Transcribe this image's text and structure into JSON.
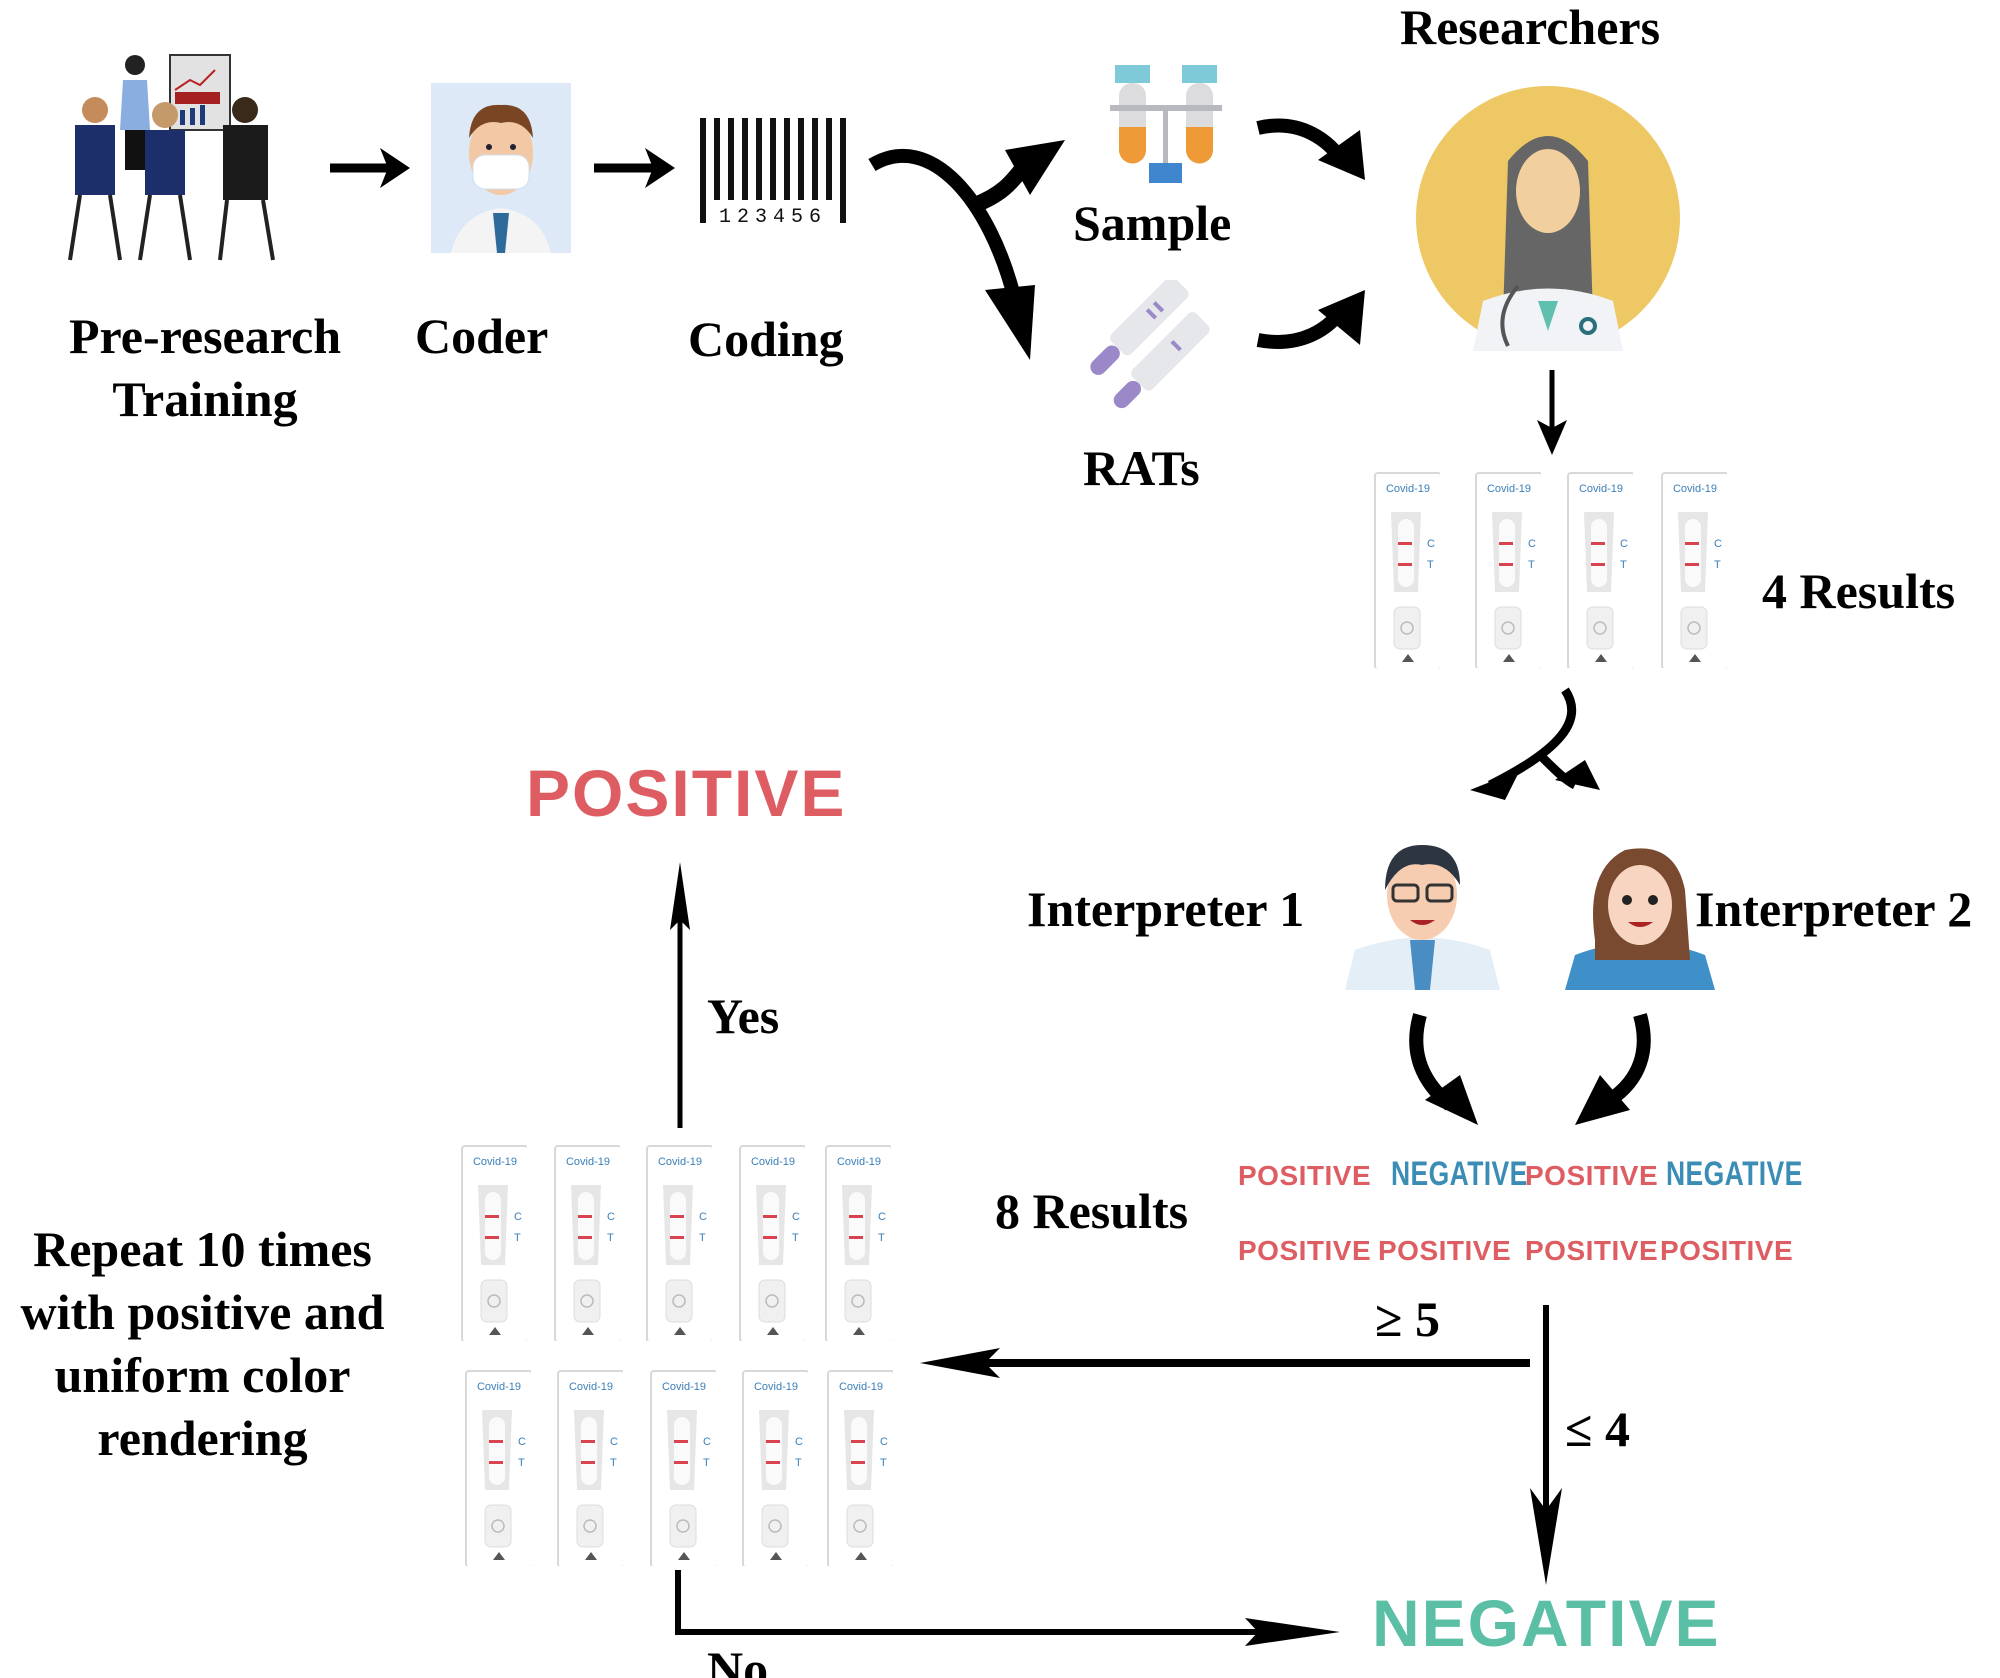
{
  "labels": {
    "pre_research_line1": "Pre-research",
    "pre_research_line2": "Training",
    "coder": "Coder",
    "coding": "Coding",
    "sample": "Sample",
    "rats": "RATs",
    "researchers": "Researchers",
    "four_results": "4 Results",
    "interpreter1": "Interpreter 1",
    "interpreter2": "Interpreter 2",
    "eight_results": "8 Results",
    "repeat_line1": "Repeat 10 times",
    "repeat_line2": "with positive and",
    "repeat_line3": "uniform color",
    "repeat_line4": "rendering",
    "yes": "Yes",
    "no": "No",
    "ge5": "≥ 5",
    "le4": "≤ 4"
  },
  "barcode_digits": "123456",
  "outcomes": {
    "positive": "POSITIVE",
    "negative": "NEGATIVE"
  },
  "eight_results": {
    "row1": [
      "POSITIVE",
      "NEGATIVE",
      "POSITIVE",
      "NEGATIVE"
    ],
    "row2": [
      "POSITIVE",
      "POSITIVE",
      "POSITIVE",
      "POSITIVE"
    ]
  },
  "rat_card": {
    "title": "Covid-19",
    "control_label": "C",
    "test_label": "T"
  },
  "colors": {
    "positive": "#de5d62",
    "negative_result": "#3b8db5",
    "negative_outcome": "#5bbfa6",
    "researcher_circle": "#edc865",
    "line_red": "#d9434f",
    "rat_text": "#3a7fb8"
  }
}
